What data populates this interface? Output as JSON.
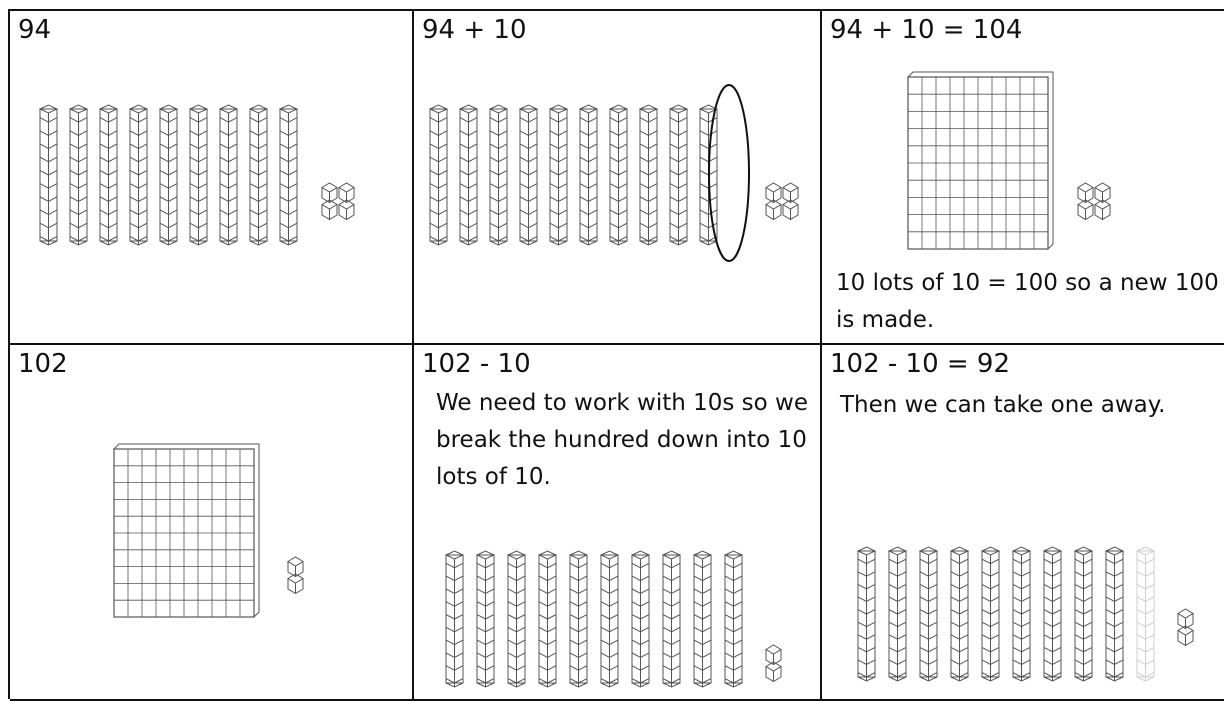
{
  "cells": [
    {
      "title": "94"
    },
    {
      "title": "94 + 10"
    },
    {
      "title": "94 + 10 = 104",
      "note": "10 lots of 10 = 100 so a new 100 is made."
    },
    {
      "title": "102"
    },
    {
      "title": "102 - 10",
      "note": "We need to work with 10s so we break the hundred down into 10 lots of 10."
    },
    {
      "title": "102 - 10 = 92",
      "note": "Then we can take one away."
    }
  ],
  "blocks": {
    "panel1": {
      "tens": 9,
      "ones": 4
    },
    "panel2": {
      "tens": 10,
      "ones": 4,
      "circled_ten": true
    },
    "panel3": {
      "hundreds": 1,
      "ones": 4
    },
    "panel4": {
      "hundreds": 1,
      "ones": 2
    },
    "panel5": {
      "tens": 10,
      "ones": 2
    },
    "panel6": {
      "tens": 10,
      "ones": 2,
      "faded_tens": 1
    }
  },
  "colors": {
    "line": "#555555",
    "faded": "#cfcfcf",
    "border": "#111111"
  }
}
